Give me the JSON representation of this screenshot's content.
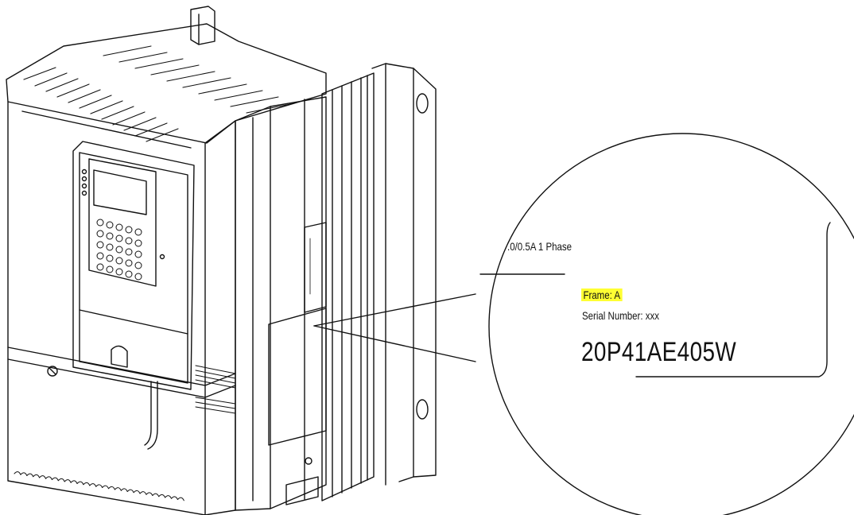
{
  "callout": {
    "rating_text": ".0/0.5A  1 Phase",
    "frame_text": "Frame: A",
    "serial_text": "Serial Number: xxx",
    "catalog_number": "20P41AE405W"
  },
  "colors": {
    "line": "#111111",
    "background": "#ffffff",
    "frame_highlight": "#ffff33"
  }
}
